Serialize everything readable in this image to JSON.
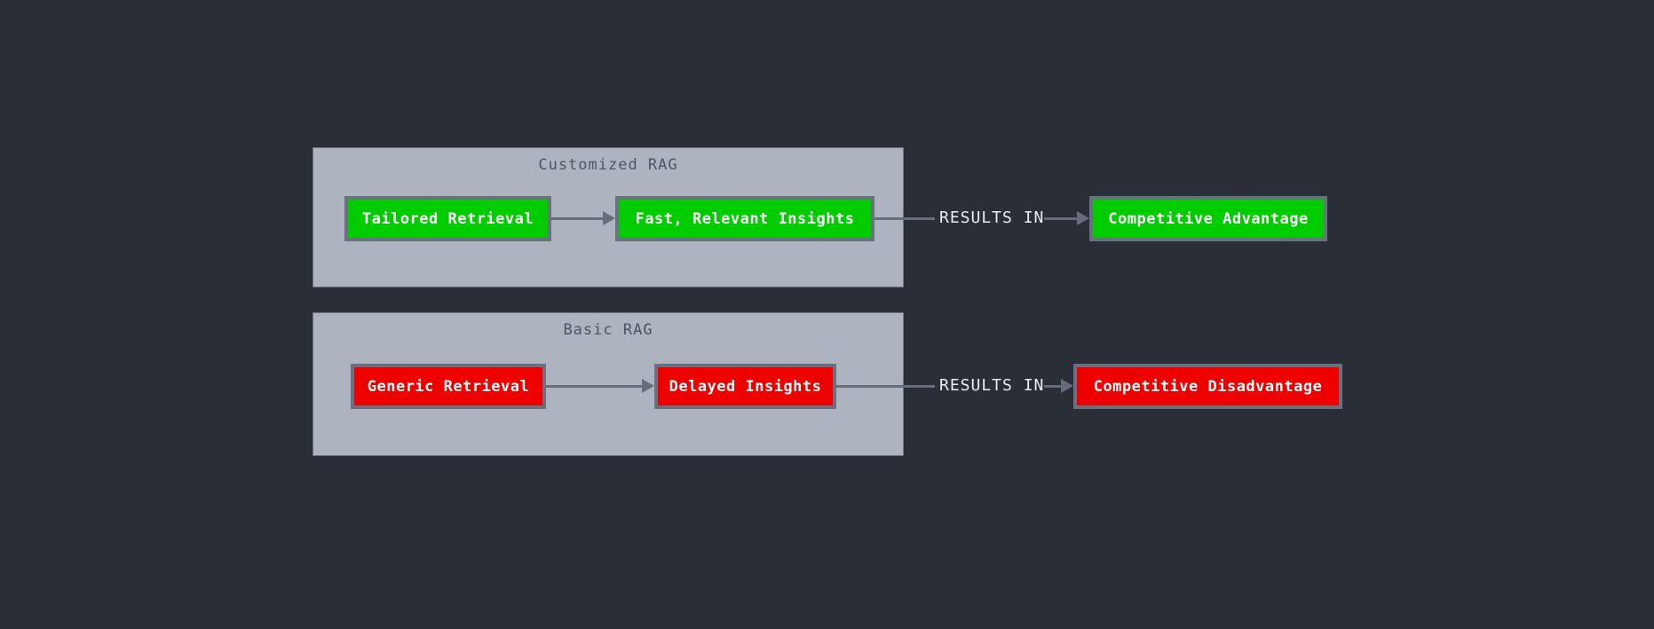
{
  "diagram": {
    "type": "flowchart",
    "connector_label": "RESULTS IN",
    "groups": [
      {
        "title": "Customized RAG",
        "nodes": [
          "Tailored Retrieval",
          "Fast, Relevant Insights"
        ],
        "result_node": "Competitive Advantage",
        "node_fill": "#00cc00"
      },
      {
        "title": "Basic RAG",
        "nodes": [
          "Generic Retrieval",
          "Delayed Insights"
        ],
        "result_node": "Competitive Disadvantage",
        "node_fill": "#ee0000"
      }
    ],
    "colors": {
      "background": "#2a2e36",
      "cluster_fill": "#adb4c0",
      "cluster_border": "#6d7585",
      "cluster_title": "#4d5464",
      "node_border": "#69707f",
      "node_text": "#ffffff",
      "edge": "#666e7d",
      "edge_label_text": "#e9ecf1"
    }
  }
}
